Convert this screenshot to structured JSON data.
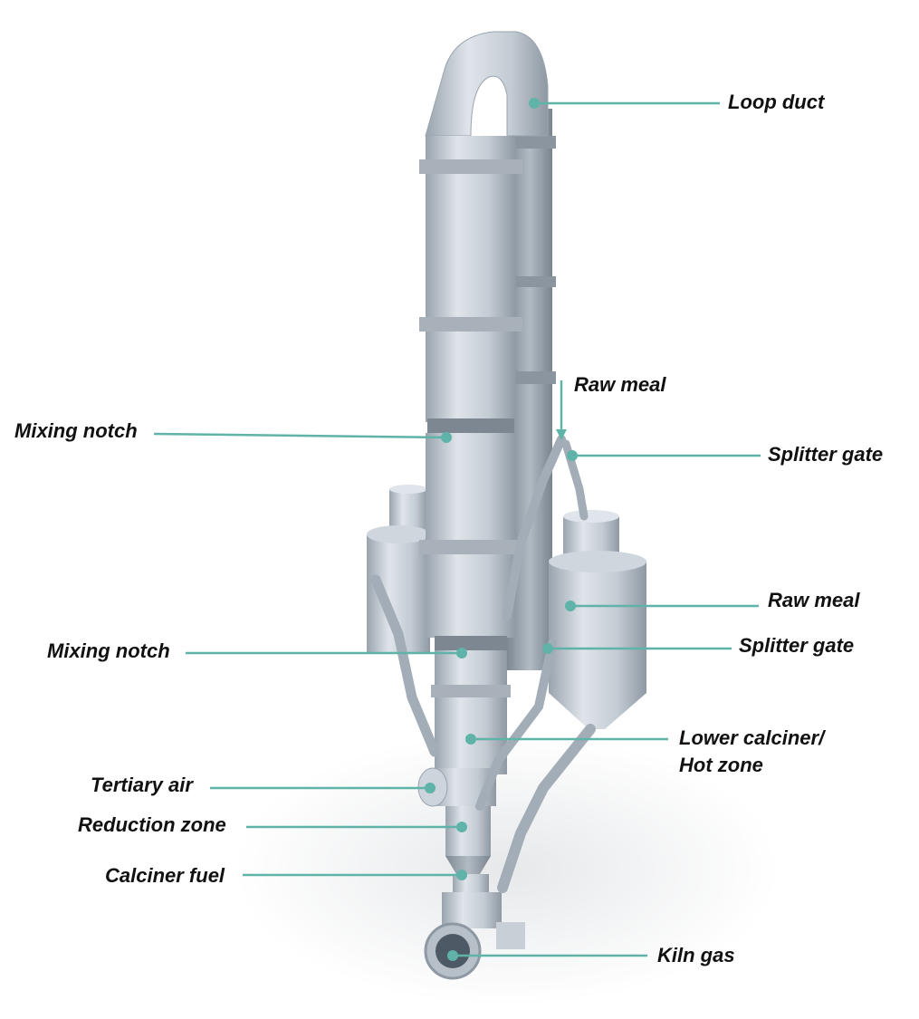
{
  "colors": {
    "leader": "#5fb3a8",
    "steel_light": "#d6dde4",
    "steel_mid": "#b3bcc6",
    "steel_dark": "#8e98a3",
    "label_text": "#111111"
  },
  "labels": {
    "loop_duct": "Loop duct",
    "raw_meal_top": "Raw meal",
    "mixing_notch_upper": "Mixing notch",
    "splitter_gate_upper": "Splitter gate",
    "raw_meal_lower": "Raw meal",
    "mixing_notch_lower": "Mixing notch",
    "splitter_gate_lower": "Splitter gate",
    "lower_calciner_line1": "Lower calciner/",
    "lower_calciner_line2": "Hot zone",
    "tertiary_air": "Tertiary air",
    "reduction_zone": "Reduction zone",
    "calciner_fuel": "Calciner fuel",
    "kiln_gas": "Kiln gas"
  }
}
